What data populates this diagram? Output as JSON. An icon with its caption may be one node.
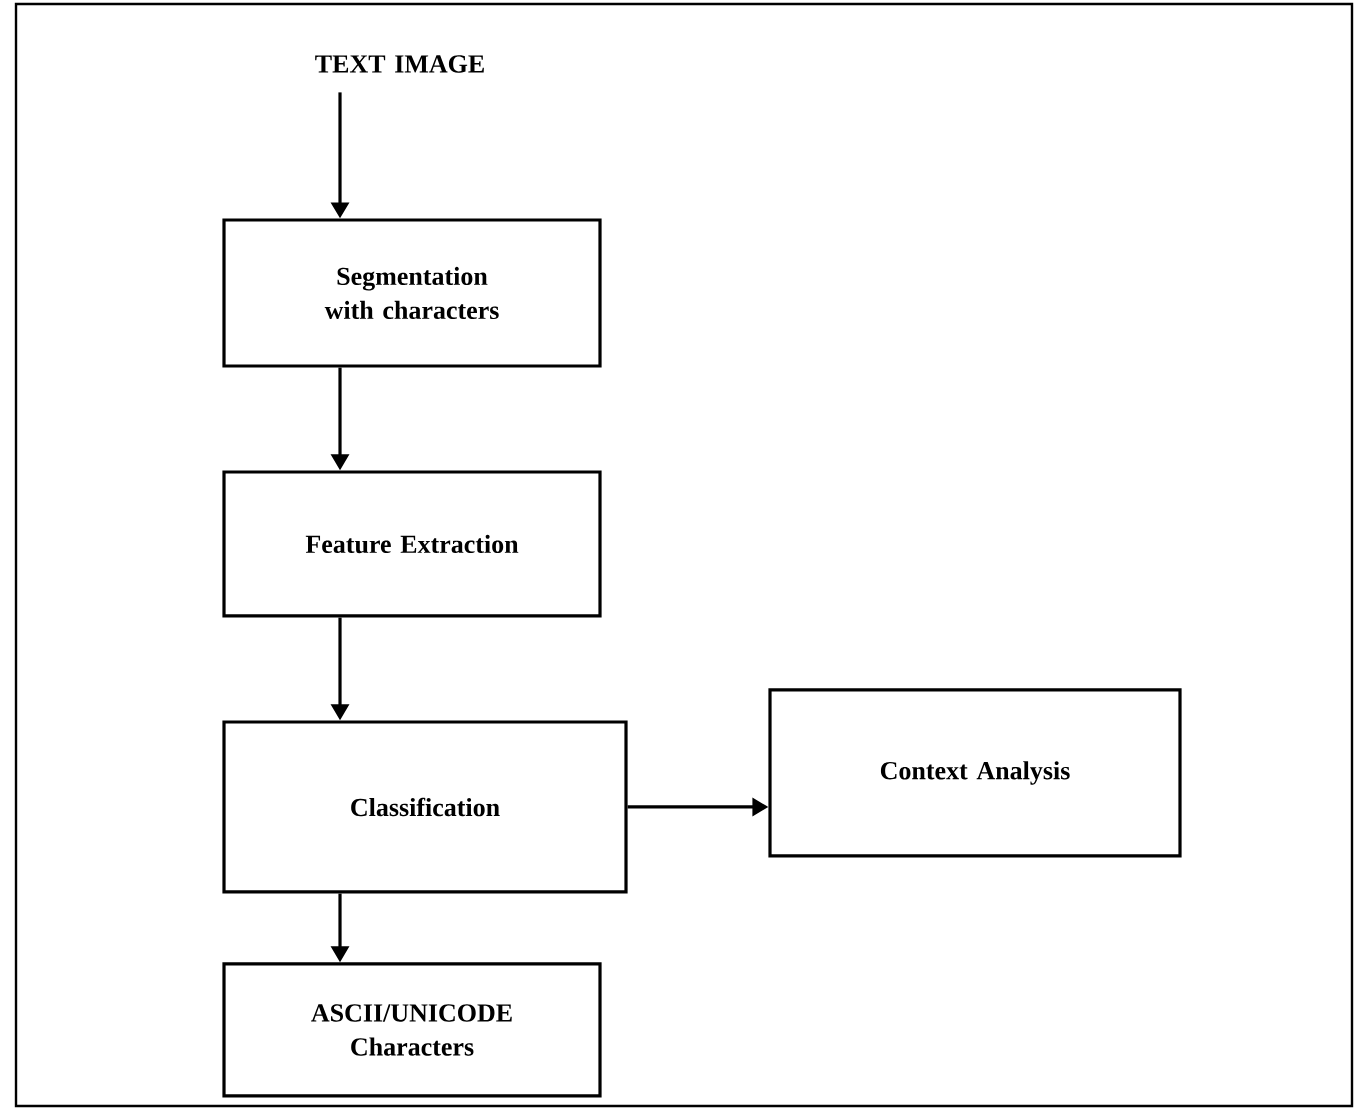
{
  "diagram": {
    "nodes": [
      {
        "text": [
          "TEXT IMAGE"
        ]
      },
      {
        "text": [
          "Segmentation with characters"
        ]
      },
      {
        "text": [
          "Feature Extraction"
        ]
      },
      {
        "text": [
          "Classification"
        ]
      },
      {
        "text": [
          "Context Analysis"
        ]
      },
      {
        "text": [
          "ASCII/UNICODE Characters"
        ]
      }
    ],
    "edges": [
      {
        "from": 0,
        "to": 1,
        "arrow": "to"
      },
      {
        "from": 1,
        "to": 2,
        "arrow": "to"
      },
      {
        "from": 2,
        "to": 3,
        "arrow": "to"
      },
      {
        "from": 3,
        "to": 4,
        "arrow": "to"
      },
      {
        "from": 3,
        "to": 5,
        "arrow": "to"
      }
    ]
  }
}
